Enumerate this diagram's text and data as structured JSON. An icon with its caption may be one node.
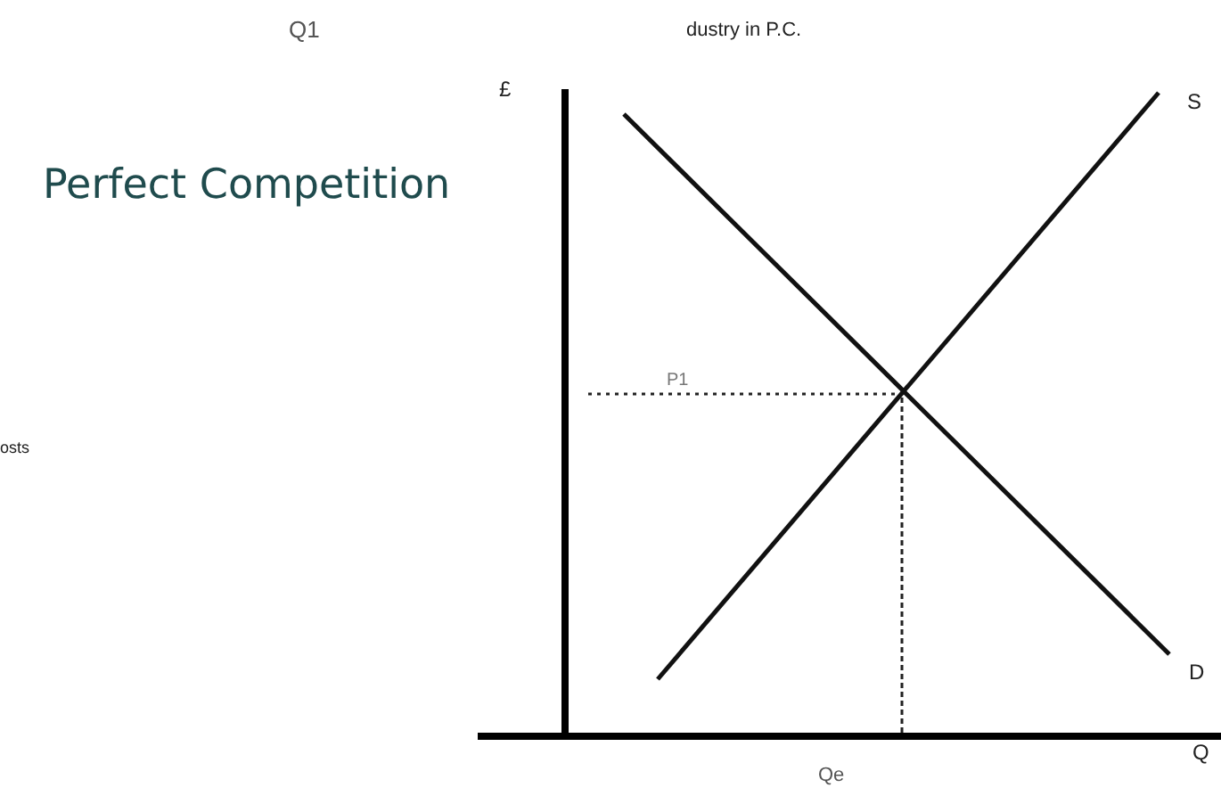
{
  "diagram": {
    "title": "Perfect Competition",
    "labels": [
      "Q1",
      "dustry in P.C.",
      "£",
      "S",
      "P1",
      "D",
      "Q",
      "Qe",
      "osts"
    ]
  }
}
